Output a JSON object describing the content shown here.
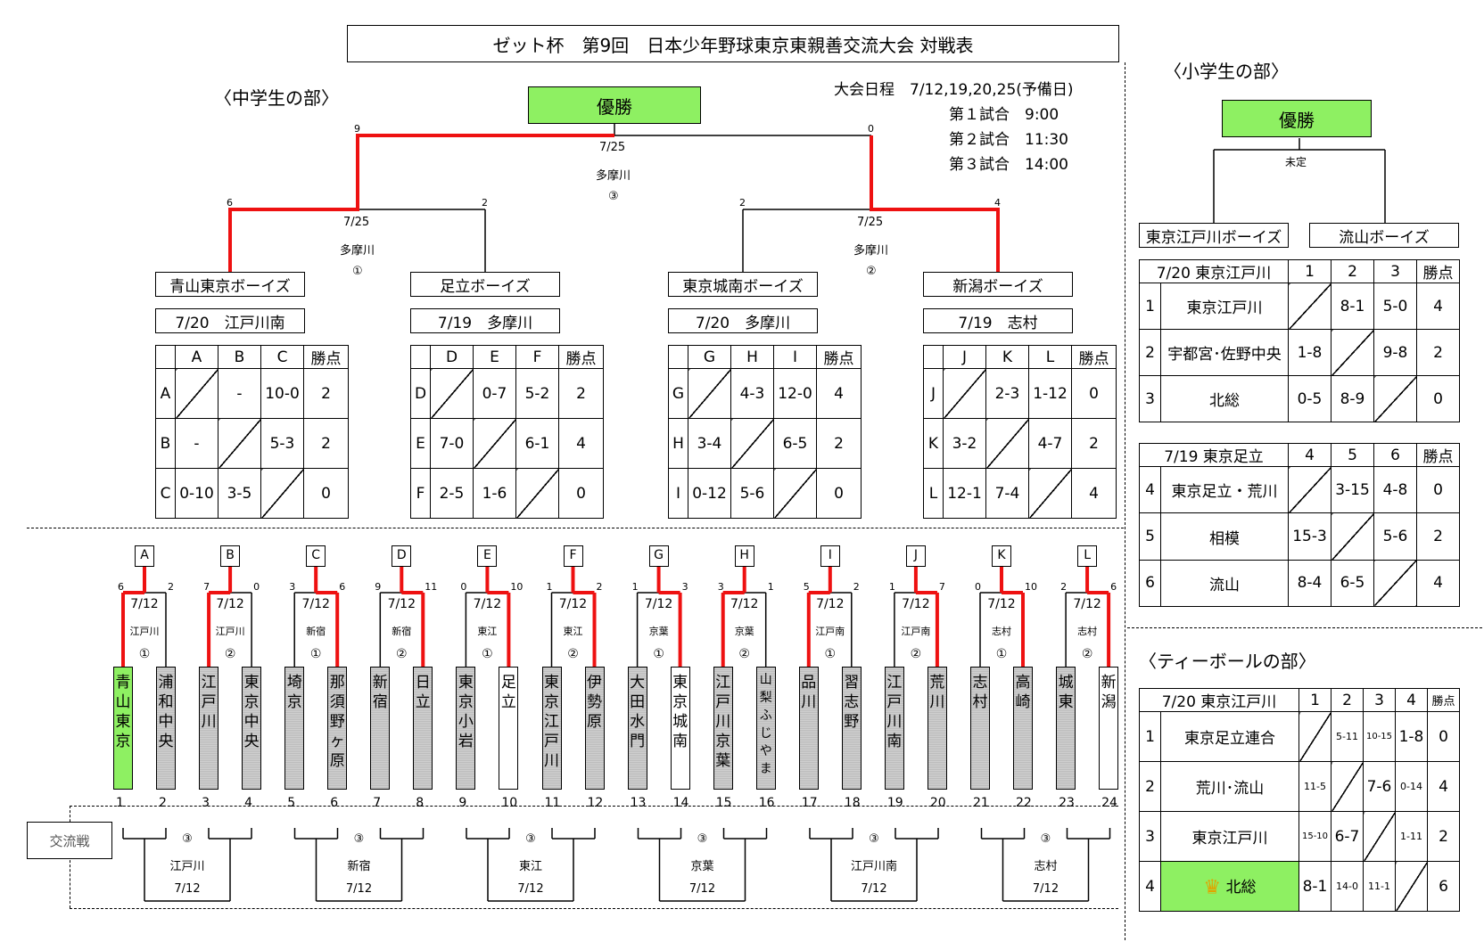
{
  "title": "ゼット杯　第9回　日本少年野球東京東親善交流大会 対戦表",
  "colors": {
    "highlight": "#8ef062",
    "win_line": "#ee1111",
    "gray": "#c8c8c8"
  },
  "junior": {
    "section": "〈中学生の部〉",
    "champion": "優勝",
    "final": {
      "date": "7/25",
      "venue": "多摩川",
      "no": "③",
      "score_left": "9",
      "score_right": "0"
    },
    "semi1": {
      "date": "7/25",
      "venue": "多摩川",
      "no": "①",
      "score_left": "6",
      "score_right": "2"
    },
    "semi2": {
      "date": "7/25",
      "venue": "多摩川",
      "no": "②",
      "score_left": "2",
      "score_right": "4"
    },
    "schedule": {
      "l1": "大会日程　7/12,19,20,25(予備日)",
      "l2": "第１試合　9:00",
      "l3": "第２試合　11:30",
      "l4": "第３試合　14:00"
    },
    "groups": [
      {
        "winner": "青山東京ボーイズ",
        "venue": "7/20　江戸川南",
        "h": [
          "",
          "A",
          "B",
          "C",
          "勝点"
        ],
        "rows": [
          [
            "A",
            "",
            "-",
            "10-0",
            "2"
          ],
          [
            "B",
            "-",
            "",
            "5-3",
            "2"
          ],
          [
            "C",
            "0-10",
            "3-5",
            "",
            "0"
          ]
        ]
      },
      {
        "winner": "足立ボーイズ",
        "venue": "7/19　多摩川",
        "h": [
          "",
          "D",
          "E",
          "F",
          "勝点"
        ],
        "rows": [
          [
            "D",
            "",
            "0-7",
            "5-2",
            "2"
          ],
          [
            "E",
            "7-0",
            "",
            "6-1",
            "4"
          ],
          [
            "F",
            "2-5",
            "1-6",
            "",
            "0"
          ]
        ]
      },
      {
        "winner": "東京城南ボーイズ",
        "venue": "7/20　多摩川",
        "h": [
          "",
          "G",
          "H",
          "I",
          "勝点"
        ],
        "rows": [
          [
            "G",
            "",
            "4-3",
            "12-0",
            "4"
          ],
          [
            "H",
            "3-4",
            "",
            "6-5",
            "2"
          ],
          [
            "I",
            "0-12",
            "5-6",
            "",
            "0"
          ]
        ]
      },
      {
        "winner": "新潟ボーイズ",
        "venue": "7/19　志村",
        "h": [
          "",
          "J",
          "K",
          "L",
          "勝点"
        ],
        "rows": [
          [
            "J",
            "",
            "2-3",
            "1-12",
            "0"
          ],
          [
            "K",
            "3-2",
            "",
            "4-7",
            "2"
          ],
          [
            "L",
            "12-1",
            "7-4",
            "",
            "4"
          ]
        ]
      }
    ],
    "matches": [
      {
        "letter": "A",
        "s1": "6",
        "s2": "2",
        "date": "7/12",
        "venue": "江戸川",
        "no": "①"
      },
      {
        "letter": "B",
        "s1": "7",
        "s2": "0",
        "date": "7/12",
        "venue": "江戸川",
        "no": "②"
      },
      {
        "letter": "C",
        "s1": "3",
        "s2": "6",
        "date": "7/12",
        "venue": "新宿",
        "no": "①"
      },
      {
        "letter": "D",
        "s1": "9",
        "s2": "11",
        "date": "7/12",
        "venue": "新宿",
        "no": "②"
      },
      {
        "letter": "E",
        "s1": "0",
        "s2": "10",
        "date": "7/12",
        "venue": "東江",
        "no": "①"
      },
      {
        "letter": "F",
        "s1": "1",
        "s2": "2",
        "date": "7/12",
        "venue": "東江",
        "no": "②"
      },
      {
        "letter": "G",
        "s1": "1",
        "s2": "3",
        "date": "7/12",
        "venue": "京葉",
        "no": "①"
      },
      {
        "letter": "H",
        "s1": "3",
        "s2": "1",
        "date": "7/12",
        "venue": "京葉",
        "no": "②"
      },
      {
        "letter": "I",
        "s1": "5",
        "s2": "2",
        "date": "7/12",
        "venue": "江戸南",
        "no": "①"
      },
      {
        "letter": "J",
        "s1": "1",
        "s2": "7",
        "date": "7/12",
        "venue": "江戸南",
        "no": "②"
      },
      {
        "letter": "K",
        "s1": "0",
        "s2": "10",
        "date": "7/12",
        "venue": "志村",
        "no": "①"
      },
      {
        "letter": "L",
        "s1": "2",
        "s2": "6",
        "date": "7/12",
        "venue": "志村",
        "no": "②"
      }
    ],
    "teams": [
      "青山東京",
      "浦和中央",
      "江戸川",
      "東京中央",
      "埼京",
      "那須野ヶ原",
      "新宿",
      "日立",
      "東京小岩",
      "足立",
      "東京江戸川",
      "伊勢原",
      "大田水門",
      "東京城南",
      "江戸川京葉",
      "山梨ふじやま",
      "品川",
      "習志野",
      "江戸川南",
      "荒川",
      "志村",
      "高崎",
      "城東",
      "新潟"
    ],
    "numbers": [
      "1",
      "2",
      "3",
      "4",
      "5",
      "6",
      "7",
      "8",
      "9",
      "10",
      "11",
      "12",
      "13",
      "14",
      "15",
      "16",
      "17",
      "18",
      "19",
      "20",
      "21",
      "22",
      "23",
      "24"
    ],
    "exchange_label": "交流戦",
    "exchange": [
      {
        "no": "③",
        "venue": "江戸川",
        "date": "7/12"
      },
      {
        "no": "③",
        "venue": "新宿",
        "date": "7/12"
      },
      {
        "no": "③",
        "venue": "東江",
        "date": "7/12"
      },
      {
        "no": "③",
        "venue": "京葉",
        "date": "7/12"
      },
      {
        "no": "③",
        "venue": "江戸川南",
        "date": "7/12"
      },
      {
        "no": "③",
        "venue": "志村",
        "date": "7/12"
      }
    ]
  },
  "elementary": {
    "section": "〈小学生の部〉",
    "champion": "優勝",
    "final_note": "未定",
    "finalist1": "東京江戸川ボーイズ",
    "finalist2": "流山ボーイズ",
    "g1": {
      "h": [
        "7/20 東京江戸川",
        "1",
        "2",
        "3",
        "勝点"
      ],
      "rows": [
        [
          "1",
          "東京江戸川",
          "",
          "8-1",
          "5-0",
          "4"
        ],
        [
          "2",
          "宇都宮･佐野中央",
          "1-8",
          "",
          "9-8",
          "2"
        ],
        [
          "3",
          "北総",
          "0-5",
          "8-9",
          "",
          "0"
        ]
      ]
    },
    "g2": {
      "h": [
        "7/19 東京足立",
        "4",
        "5",
        "6",
        "勝点"
      ],
      "rows": [
        [
          "4",
          "東京足立・荒川",
          "",
          "3-15",
          "4-8",
          "0"
        ],
        [
          "5",
          "相模",
          "15-3",
          "",
          "5-6",
          "2"
        ],
        [
          "6",
          "流山",
          "8-4",
          "6-5",
          "",
          "4"
        ]
      ]
    }
  },
  "teeball": {
    "section": "〈ティーボールの部〉",
    "h": [
      "7/20 東京江戸川",
      "1",
      "2",
      "3",
      "4",
      "勝点"
    ],
    "rows": [
      [
        "1",
        "東京足立連合",
        "",
        "5-11",
        "10-15",
        "1-8",
        "0"
      ],
      [
        "2",
        "荒川･流山",
        "11-5",
        "",
        "7-6",
        "0-14",
        "4"
      ],
      [
        "3",
        "東京江戸川",
        "15-10",
        "6-7",
        "",
        "1-11",
        "2"
      ],
      [
        "4",
        "北総",
        "8-1",
        "14-0",
        "11-1",
        "",
        "6"
      ]
    ]
  }
}
